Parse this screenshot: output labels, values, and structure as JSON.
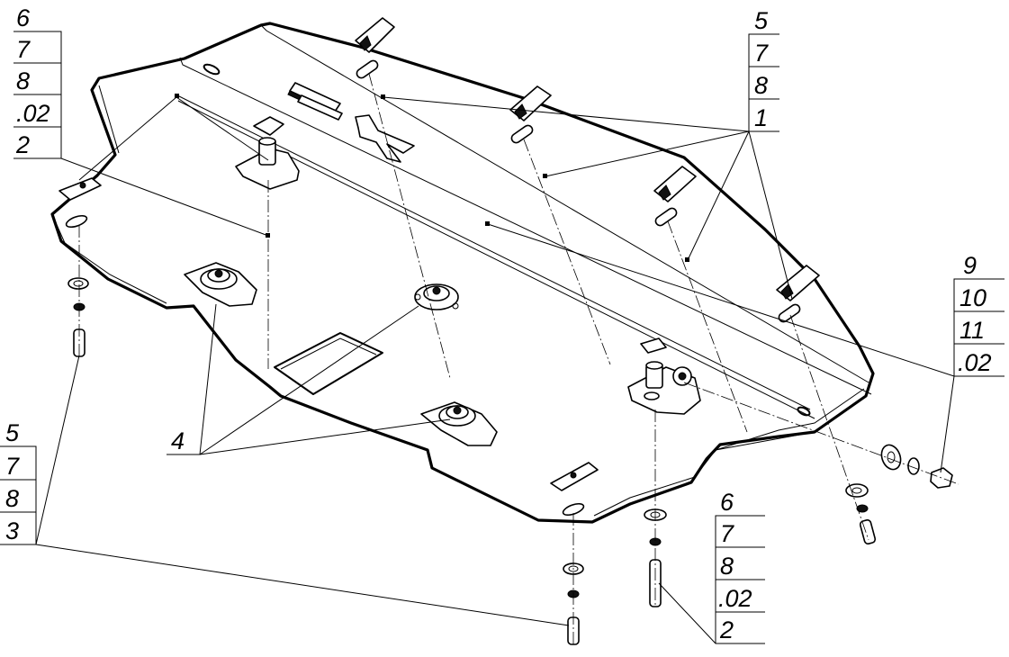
{
  "callouts": [
    {
      "id": "top-left",
      "lines": [
        "6",
        "7",
        "8",
        ".02",
        "2"
      ]
    },
    {
      "id": "top-right",
      "lines": [
        "5",
        "7",
        "8",
        "1"
      ]
    },
    {
      "id": "right",
      "lines": [
        "9",
        "10",
        "11",
        ".02"
      ]
    },
    {
      "id": "bottom-left",
      "lines": [
        "5",
        "7",
        "8",
        "3"
      ]
    },
    {
      "id": "bottom-right",
      "lines": [
        "6",
        "7",
        "8",
        ".02",
        "2"
      ]
    },
    {
      "id": "mounts",
      "lines": [
        "4"
      ]
    }
  ]
}
